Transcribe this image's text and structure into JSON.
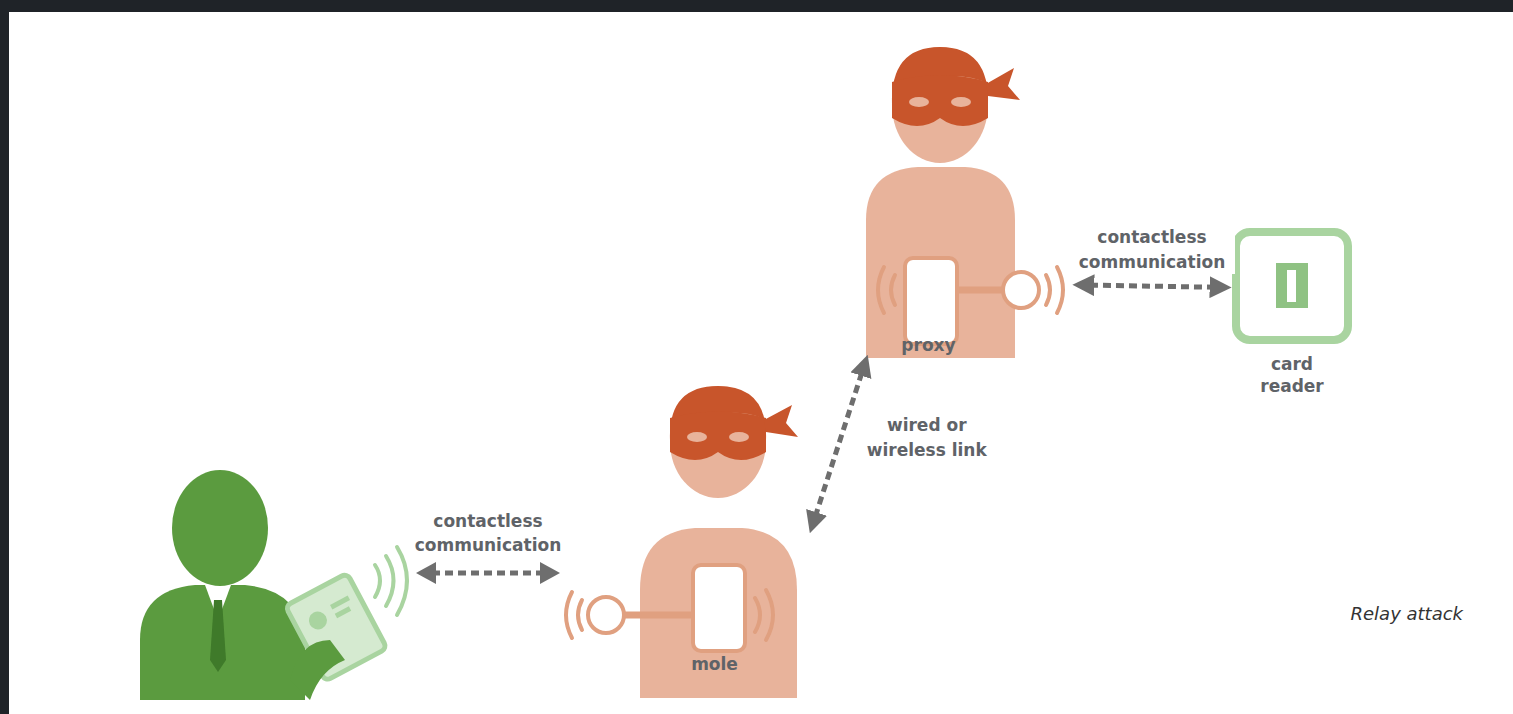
{
  "diagram": {
    "caption": "Relay attack",
    "nodes": [
      {
        "text": [
          "mole"
        ]
      },
      {
        "text": [
          "proxy"
        ]
      },
      {
        "text": [
          "card reader"
        ]
      }
    ],
    "edges": [
      {
        "from": 0,
        "to": 1,
        "arrow": "both",
        "label": "wired or wireless link"
      },
      {
        "from": 1,
        "to": 2,
        "arrow": "both",
        "label": "contactless communication"
      }
    ],
    "labels": [
      "contactless communication"
    ]
  }
}
